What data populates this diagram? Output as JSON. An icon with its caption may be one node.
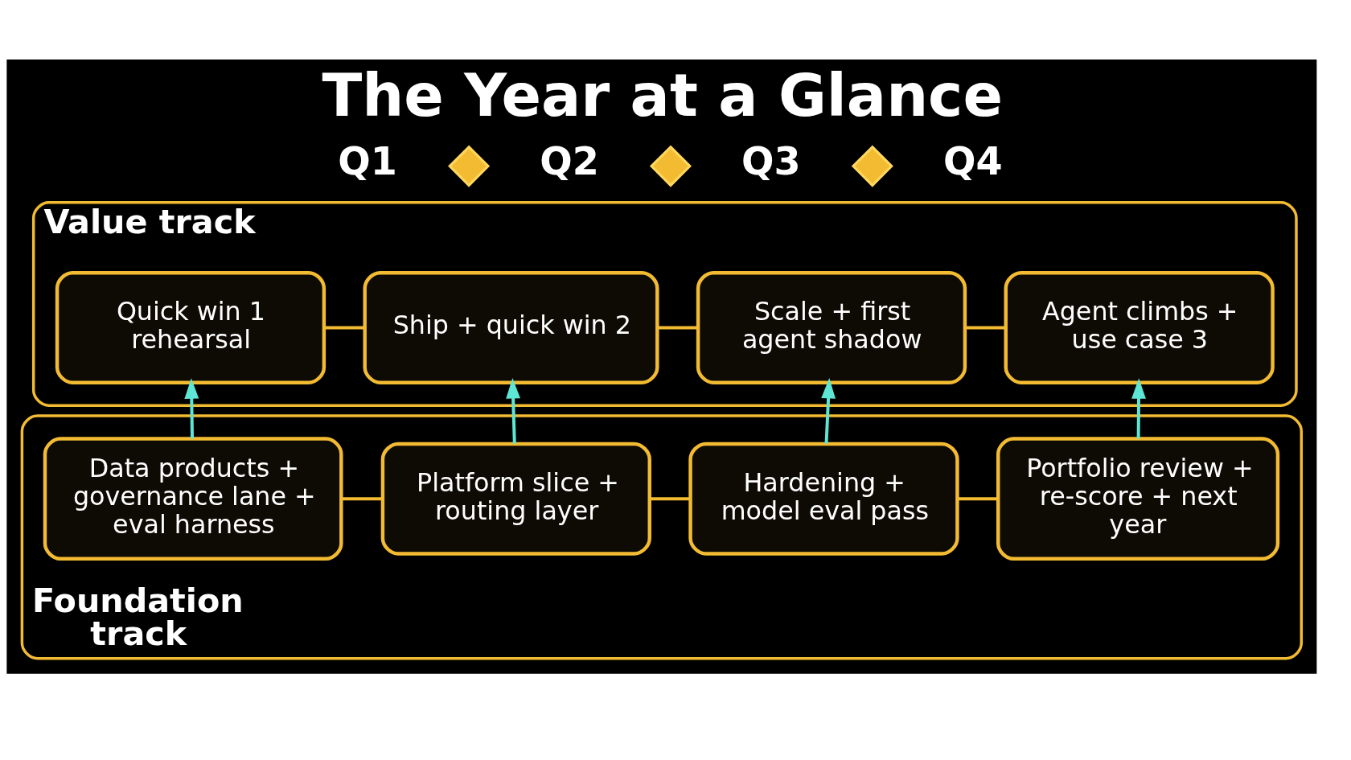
{
  "diagram": {
    "title": "The Year at a Glance",
    "nodes": [
      {
        "text": [],
        "shape": "diamond"
      },
      {
        "text": [],
        "shape": "diamond"
      },
      {
        "text": [],
        "shape": "diamond"
      },
      {
        "text": [
          "Value track"
        ]
      },
      {
        "text": [
          "Quick win 1 rehearsal"
        ],
        "in": 3
      },
      {
        "text": [
          "Ship + quick win 2"
        ],
        "in": 3
      },
      {
        "text": [
          "Scale + first agent shadow"
        ],
        "in": 3
      },
      {
        "text": [
          "Agent climbs + use case 3"
        ],
        "in": 3
      },
      {
        "text": [
          "Foundation track"
        ]
      },
      {
        "text": [
          "Data products + governance lane + eval harness"
        ],
        "in": 8
      },
      {
        "text": [
          "Platform slice + routing layer"
        ],
        "in": 8
      },
      {
        "text": [
          "Hardening + model eval pass"
        ],
        "in": 8
      },
      {
        "text": [
          "Portfolio review + re-score + next year"
        ],
        "in": 8
      }
    ],
    "edges": [
      {
        "from": 4,
        "to": 5,
        "arrow": "none"
      },
      {
        "from": 5,
        "to": 6,
        "arrow": "none"
      },
      {
        "from": 6,
        "to": 7,
        "arrow": "none"
      },
      {
        "from": 9,
        "to": 4,
        "arrow": "to",
        "color": "#5ee6d4"
      },
      {
        "from": 10,
        "to": 5,
        "arrow": "to",
        "color": "#5ee6d4"
      },
      {
        "from": 11,
        "to": 6,
        "arrow": "to",
        "color": "#5ee6d4"
      },
      {
        "from": 12,
        "to": 7,
        "arrow": "to",
        "color": "#5ee6d4"
      },
      {
        "from": 9,
        "to": 10,
        "arrow": "none"
      },
      {
        "from": 10,
        "to": 11,
        "arrow": "none"
      },
      {
        "from": 11,
        "to": 12,
        "arrow": "none"
      }
    ],
    "labels": [
      "Q1",
      "Q2",
      "Q3",
      "Q4"
    ]
  }
}
